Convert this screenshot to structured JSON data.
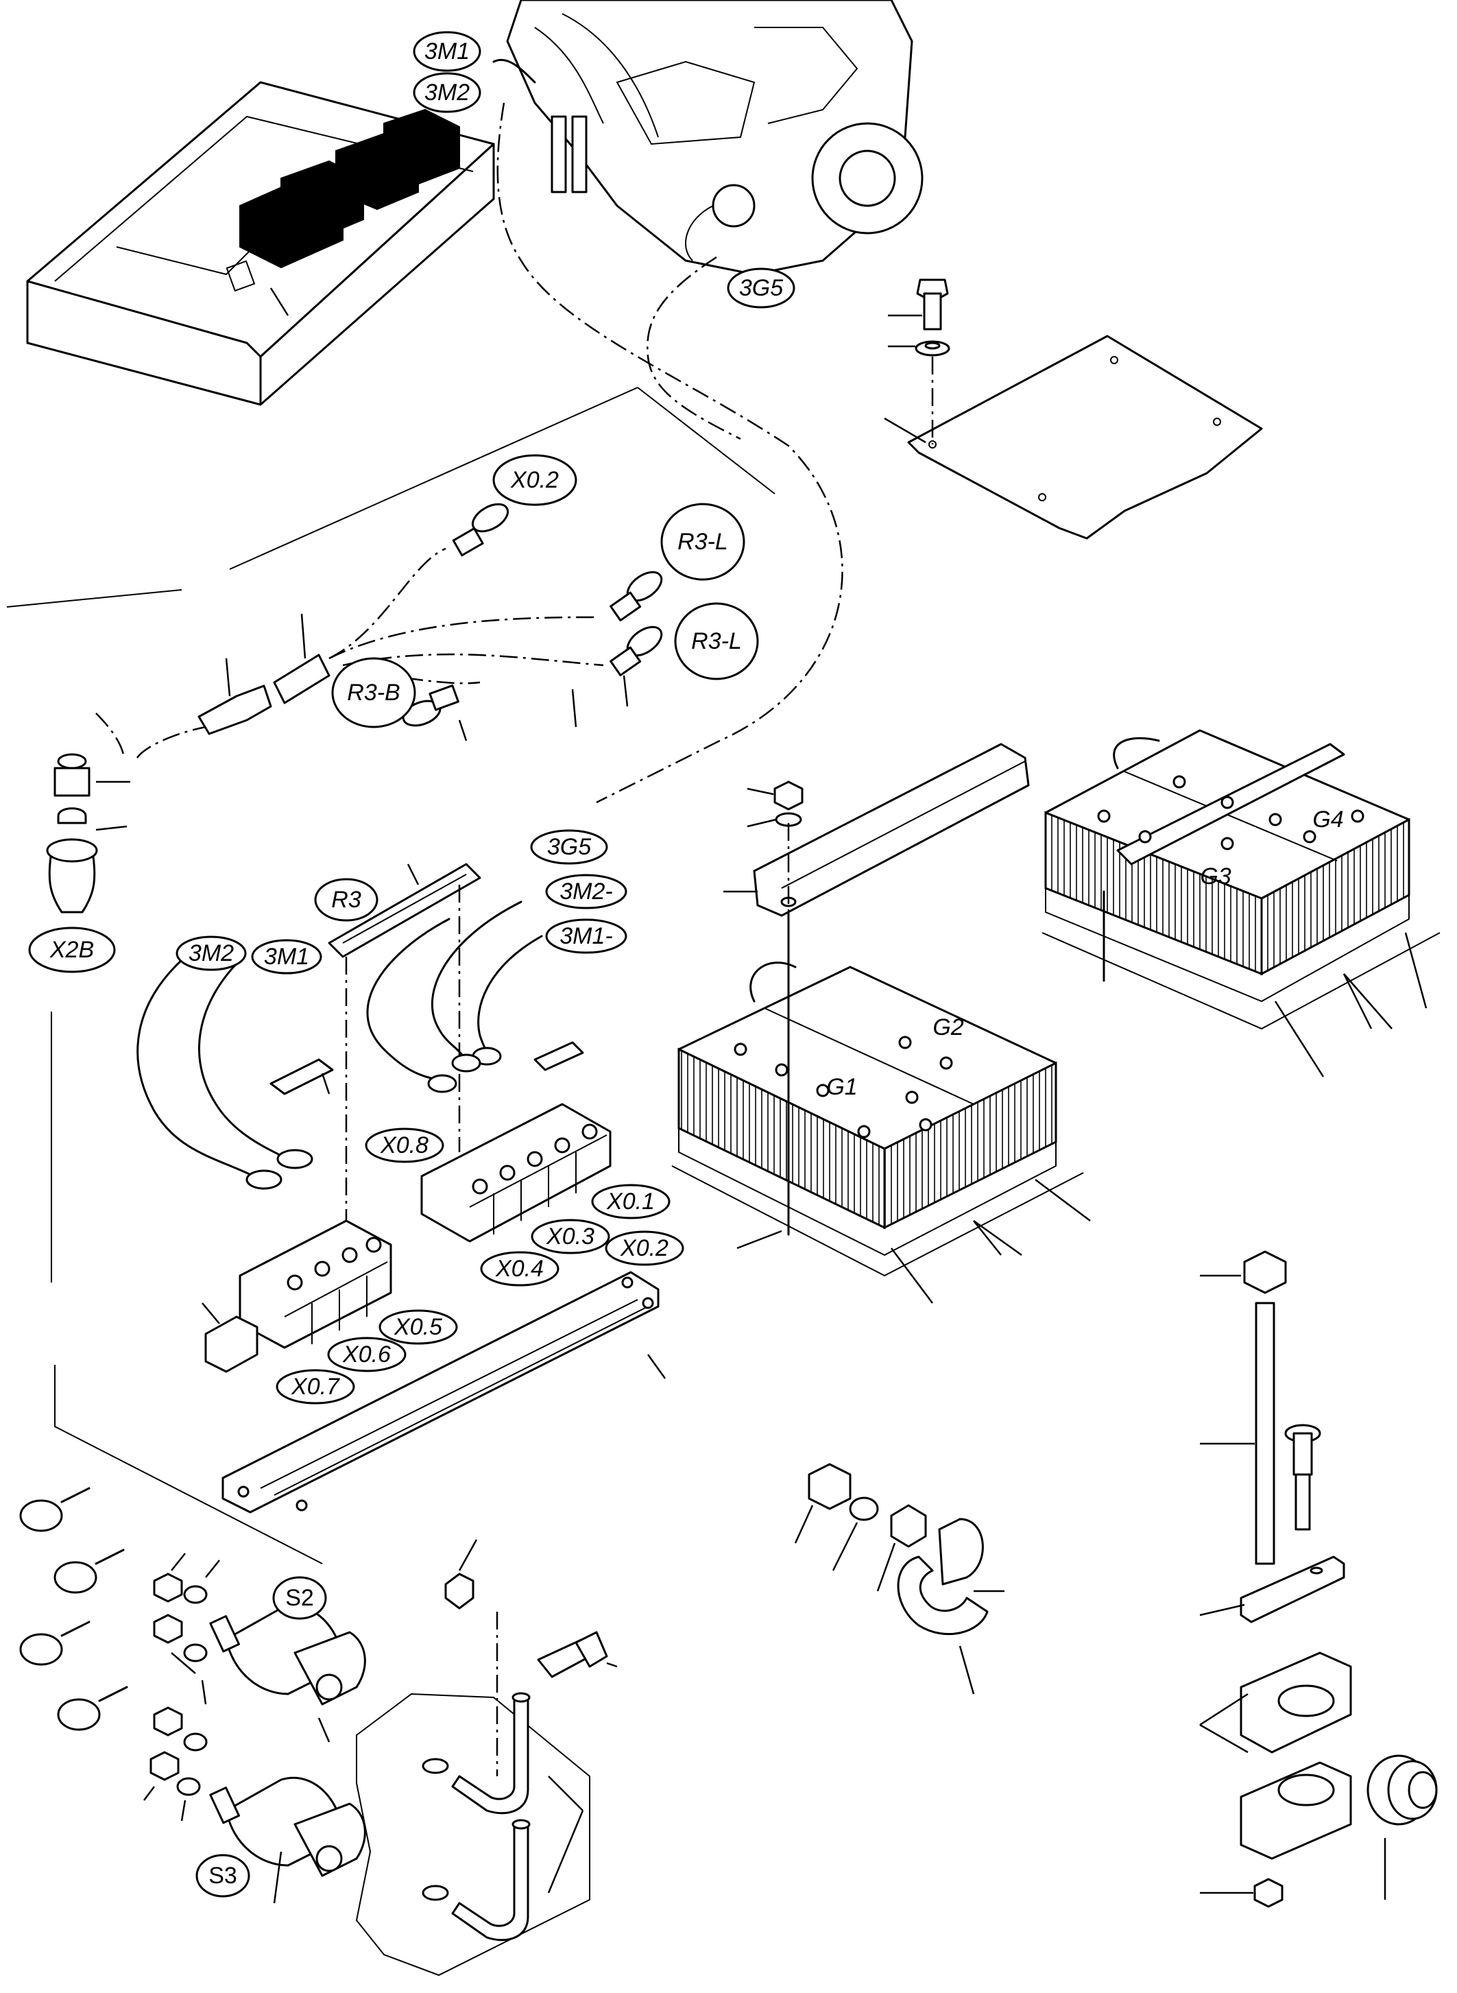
{
  "labels": {
    "m3_1": "3M1",
    "m3_2": "3M2",
    "g5_top": "3G5",
    "x02_top": "X0.2",
    "r3l_a": "R3-L",
    "r3l_b": "R3-L",
    "r3b": "R3-B",
    "x2b": "X2B",
    "r3": "R3",
    "g5_right": "3G5",
    "m2_minus": "3M2-",
    "m1_minus": "3M1-",
    "m2_left": "3M2",
    "m1_left": "3M1",
    "x08": "X0.8",
    "x01": "X0.1",
    "x03": "X0.3",
    "x02_bottom": "X0.2",
    "x04": "X0.4",
    "x05": "X0.5",
    "x06": "X0.6",
    "x07": "X0.7",
    "g1": "G1",
    "g2": "G2",
    "g3": "G3",
    "g4": "G4",
    "s2": "S2",
    "s3": "S3"
  }
}
